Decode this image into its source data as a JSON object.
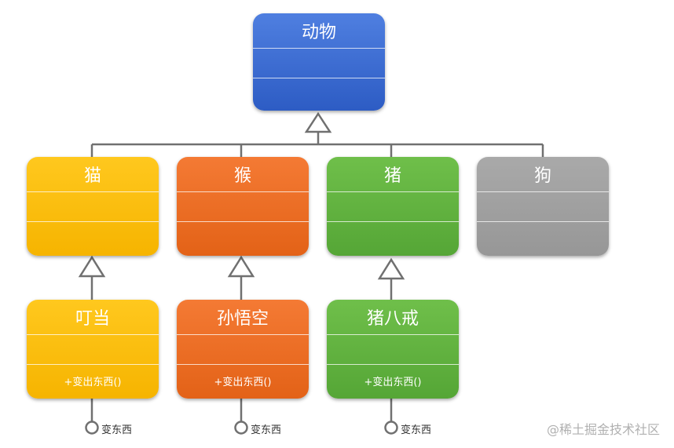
{
  "root": {
    "title": "动物"
  },
  "level1": [
    {
      "title": "猫"
    },
    {
      "title": "猴"
    },
    {
      "title": "猪"
    },
    {
      "title": "狗"
    }
  ],
  "level2": [
    {
      "title": "叮当",
      "operation": "+变出东西()",
      "interface": "变东西"
    },
    {
      "title": "孙悟空",
      "operation": "+变出东西()",
      "interface": "变东西"
    },
    {
      "title": "猪八戒",
      "operation": "+变出东西()",
      "interface": "变东西"
    }
  ],
  "watermark": "@稀土掘金技术社区",
  "colors": {
    "blue": "#3b6fd6",
    "yellow": "#fcbf0e",
    "orange": "#ec6c23",
    "green": "#60b23f",
    "gray": "#a0a0a0",
    "connector": "#707070"
  }
}
